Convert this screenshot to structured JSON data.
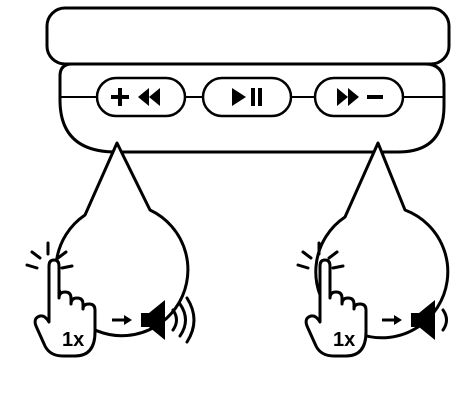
{
  "device": {
    "buttons": [
      {
        "label": "+◀◀",
        "icon": "volume-up-previous-icon"
      },
      {
        "label": "▶II",
        "icon": "play-pause-icon"
      },
      {
        "label": "▶▶−",
        "icon": "next-volume-down-icon"
      }
    ]
  },
  "callouts": [
    {
      "tap_count": "1x",
      "gesture_icon": "single-tap-hand-icon",
      "result_icon": "volume-increase-icon"
    },
    {
      "tap_count": "1x",
      "gesture_icon": "single-tap-hand-icon",
      "result_icon": "volume-decrease-icon"
    }
  ],
  "colors": {
    "stroke": "#000000",
    "fill": "#ffffff"
  }
}
